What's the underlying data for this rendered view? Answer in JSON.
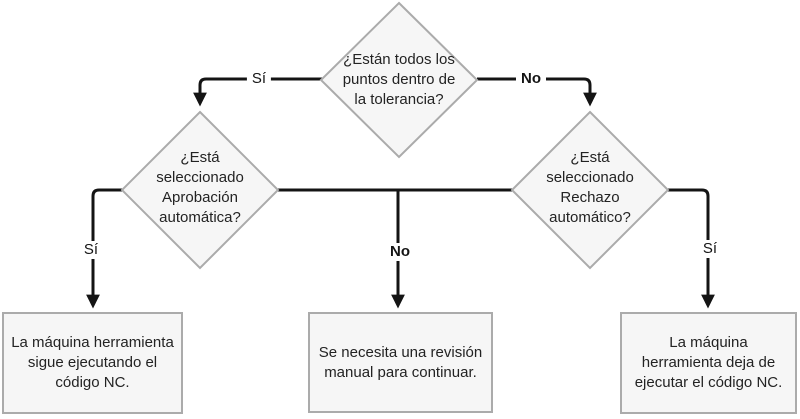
{
  "flowchart": {
    "type": "decision-flowchart",
    "language": "es",
    "colors": {
      "background": "#ffffff",
      "connector": "#141414",
      "shape_fill": "#f6f6f6",
      "shape_border": "#ababab",
      "text": "#232323"
    },
    "nodes": {
      "tolerance": {
        "kind": "decision",
        "text": "¿Están todos los puntos dentro de la tolerancia?",
        "lines": [
          "¿Están todos los",
          "puntos dentro de",
          "la tolerancia?"
        ]
      },
      "approve": {
        "kind": "decision",
        "text": "¿Está seleccionado Aprobación automática?",
        "lines": [
          "¿Está",
          "seleccionado",
          "Aprobación",
          "automática?"
        ]
      },
      "reject": {
        "kind": "decision",
        "text": "¿Está seleccionado Rechazo automático?",
        "lines": [
          "¿Está",
          "seleccionado",
          "Rechazo",
          "automático?"
        ]
      },
      "continue": {
        "kind": "result",
        "text": "La máquina herramienta sigue ejecutando el código NC.",
        "lines": [
          "La máquina herramienta",
          "sigue ejecutando el",
          "código NC."
        ]
      },
      "manual": {
        "kind": "result",
        "text": "Se necesita una revisión manual para continuar.",
        "lines": [
          "Se necesita una revisión",
          "manual para continuar."
        ]
      },
      "stop": {
        "kind": "result",
        "text": "La máquina herramienta deja de ejecutar el código NC.",
        "lines": [
          "La máquina",
          "herramienta deja de",
          "ejecutar el código NC."
        ]
      }
    },
    "edges": {
      "tolerance_yes": "Sí",
      "tolerance_no": "No",
      "approve_yes": "Sí",
      "manual_no": "No",
      "reject_yes": "Sí"
    }
  }
}
